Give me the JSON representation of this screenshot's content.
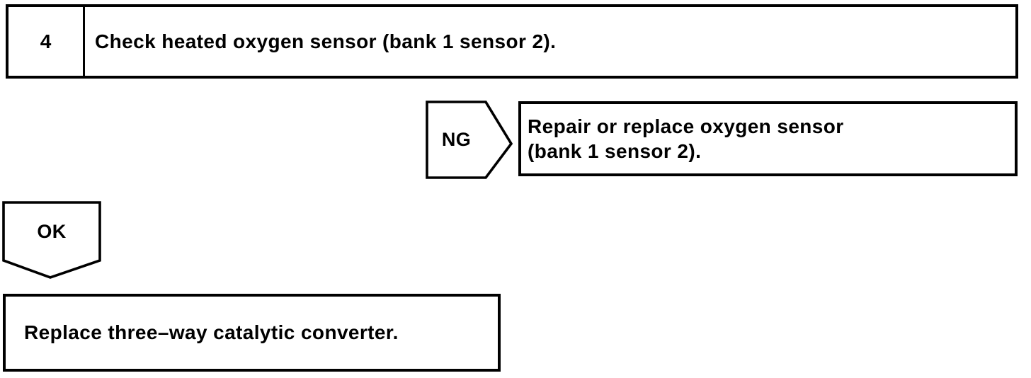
{
  "flowchart": {
    "step": {
      "number": "4",
      "instruction": "Check heated oxygen sensor (bank 1 sensor 2)."
    },
    "ng_branch": {
      "connector_label": "NG",
      "action_line1": "Repair or replace oxygen sensor",
      "action_line2": "(bank 1 sensor 2)."
    },
    "ok_branch": {
      "connector_label": "OK",
      "action": "Replace three–way catalytic converter."
    },
    "colors": {
      "ink": "#000000",
      "background": "#ffffff"
    }
  }
}
